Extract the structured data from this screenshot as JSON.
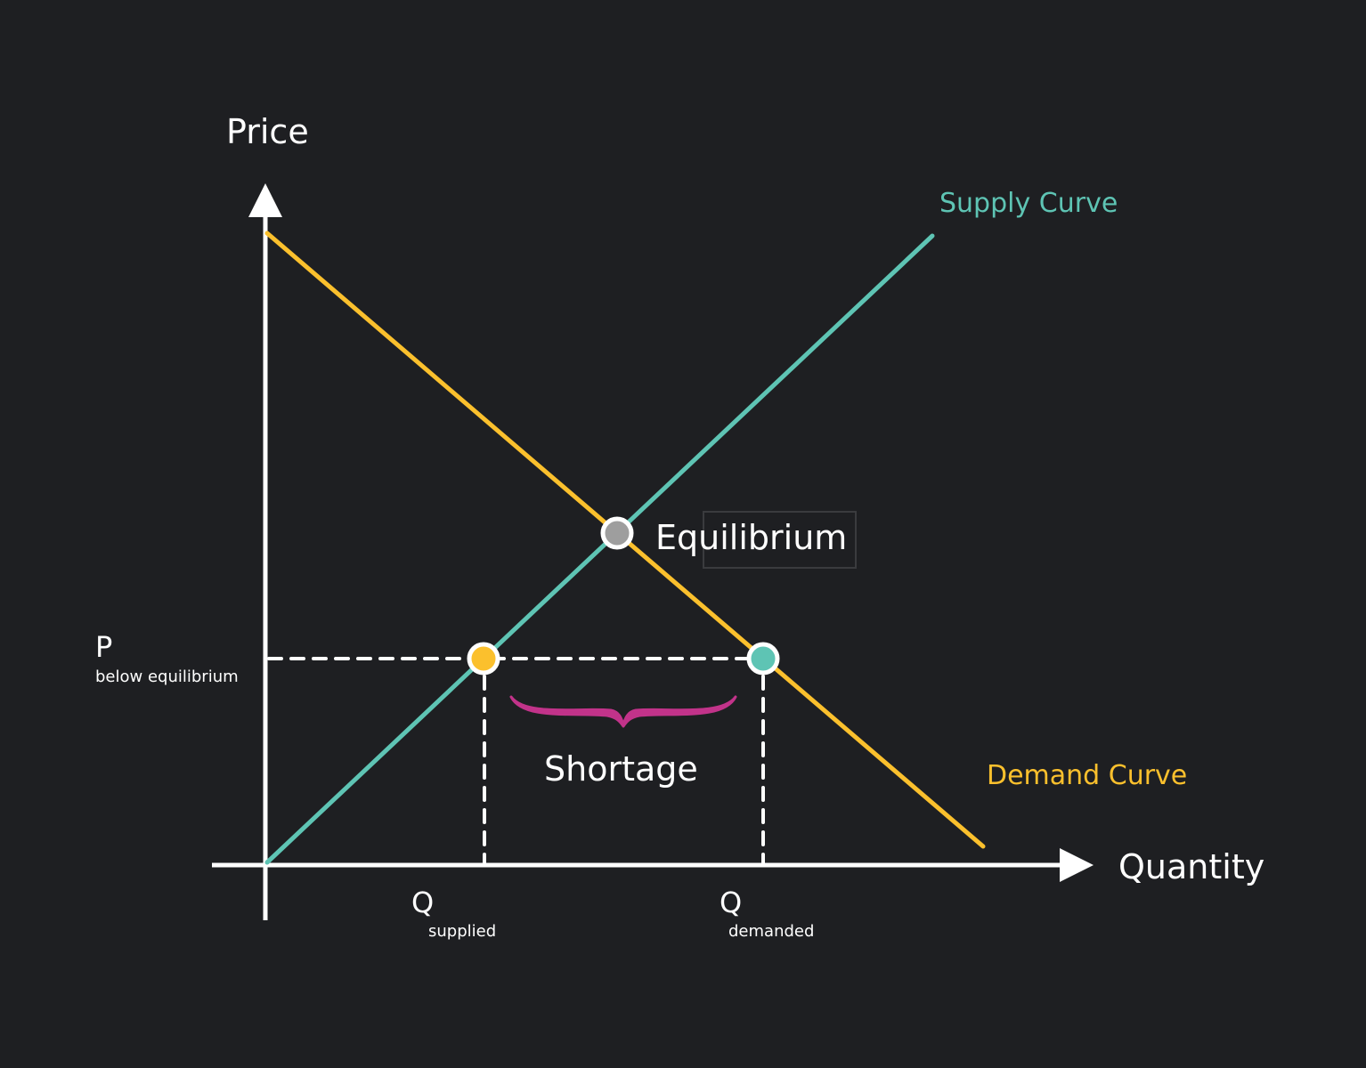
{
  "chart_data": {
    "type": "line",
    "title": "",
    "xlabel": "Quantity",
    "ylabel": "Price",
    "grid": false,
    "series": [
      {
        "name": "Supply Curve",
        "color": "#5ec4b4",
        "points": [
          [
            0,
            0
          ],
          [
            10,
            9.3
          ]
        ]
      },
      {
        "name": "Demand Curve",
        "color": "#fbc02d",
        "points": [
          [
            0,
            9.2
          ],
          [
            10.8,
            0.3
          ]
        ]
      }
    ],
    "annotations": {
      "equilibrium": {
        "label": "Equilibrium",
        "x": 5.3,
        "y": 4.8,
        "color": "#9e9e9e"
      },
      "price_floor_line": {
        "label": "P",
        "sublabel": "below equilibrium",
        "y": 3.0
      },
      "q_supplied": {
        "label": "Q",
        "sublabel": "supplied",
        "x": 3.3,
        "point_color": "#fbc02d"
      },
      "q_demanded": {
        "label": "Q",
        "sublabel": "demanded",
        "x": 7.5,
        "point_color": "#5ec4b4"
      },
      "gap": {
        "label": "Shortage",
        "brace_color": "#c2338a"
      }
    },
    "legend": "inline labels"
  },
  "labels": {
    "y_axis": "Price",
    "x_axis": "Quantity",
    "supply": "Supply Curve",
    "demand": "Demand Curve",
    "equilibrium": "Equilibrium",
    "shortage": "Shortage",
    "price_main": "P",
    "price_sub": "below equilibrium",
    "qs_main": "Q",
    "qs_sub": "supplied",
    "qd_main": "Q",
    "qd_sub": "demanded"
  }
}
